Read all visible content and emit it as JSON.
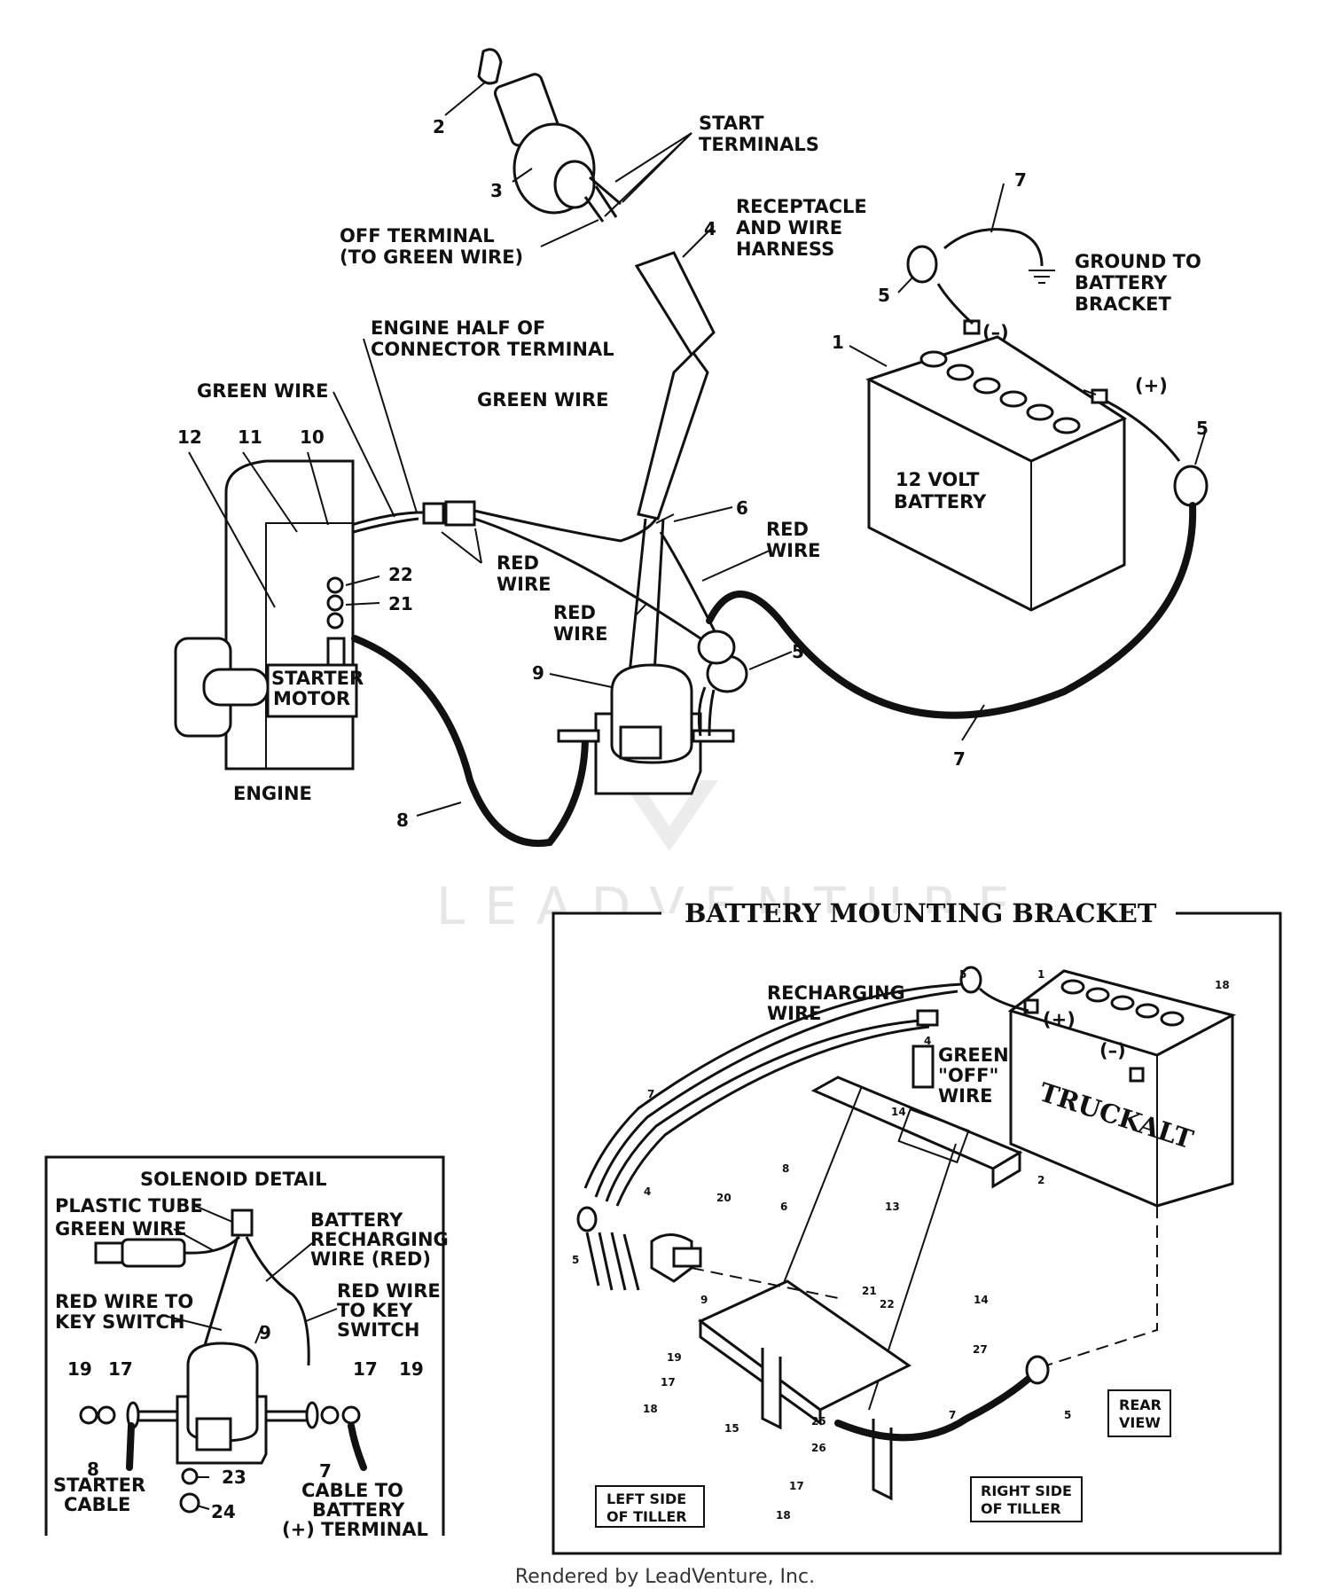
{
  "top_labels": {
    "start_terminals": [
      "START",
      "TERMINALS"
    ],
    "off_terminal": [
      "OFF  TERMINAL",
      "(TO  GREEN  WIRE)"
    ],
    "receptacle": [
      "RECEPTACLE",
      "AND  WIRE",
      "HARNESS"
    ],
    "ground": [
      "GROUND  TO",
      "BATTERY",
      "BRACKET"
    ],
    "neg": "(–)",
    "pos": "(+)",
    "battery": [
      "12  VOLT",
      "BATTERY"
    ],
    "engine_half": [
      "ENGINE  HALF  OF",
      "CONNECTOR  TERMINAL"
    ],
    "green_wire_left": "GREEN  WIRE",
    "green_wire_mid": "GREEN  WIRE",
    "red_wire_a": [
      "RED",
      "WIRE"
    ],
    "red_wire_b": [
      "RED",
      "WIRE"
    ],
    "red_wire_c": [
      "RED",
      "WIRE"
    ],
    "starter_motor": [
      "STARTER",
      "MOTOR"
    ],
    "engine": "ENGINE"
  },
  "top_callouts": {
    "n2": "2",
    "n3": "3",
    "n4": "4",
    "n7a": "7",
    "n5a": "5",
    "n1": "1",
    "n5b": "5",
    "n12": "12",
    "n11": "11",
    "n10": "10",
    "n6": "6",
    "n22": "22",
    "n21": "21",
    "n5c": "5",
    "n9": "9",
    "n7b": "7",
    "n8": "8"
  },
  "watermark": "LEADVENTURE",
  "bracket": {
    "title": "BATTERY  MOUNTING  BRACKET",
    "recharging": [
      "RECHARGING",
      "WIRE"
    ],
    "green_off": [
      "GREEN",
      "\"OFF\"",
      "WIRE"
    ],
    "neg": "(–)",
    "pos": "(+)",
    "battery_brand": "TRUCKALT",
    "left_side": [
      "LEFT  SIDE",
      "OF  TILLER"
    ],
    "right_side": [
      "RIGHT  SIDE",
      "OF  TILLER"
    ],
    "rear_view": [
      "REAR",
      "VIEW"
    ],
    "callouts": {
      "n5a": "5",
      "n1": "1",
      "n18a": "18",
      "n4a": "4",
      "n7a": "7",
      "n4b": "4",
      "n14a": "14",
      "n8": "8",
      "n20": "20",
      "n6": "6",
      "n9": "9",
      "n5b": "5",
      "n13": "13",
      "n2": "2",
      "n21": "21",
      "n22": "22",
      "n14b": "14",
      "n19": "19",
      "n17a": "17",
      "n18b": "18",
      "n27": "27",
      "n5c": "5",
      "n7b": "7",
      "n15": "15",
      "n25": "25",
      "n26": "26",
      "n17b": "17",
      "n18c": "18"
    }
  },
  "solenoid": {
    "title": "SOLENOID  DETAIL",
    "plastic_tube": "PLASTIC  TUBE",
    "green_wire": "GREEN  WIRE",
    "battery_recharging": [
      "BATTERY",
      "RECHARGING",
      "WIRE  (RED)"
    ],
    "red_to_key_left": [
      "RED  WIRE  TO",
      "KEY  SWITCH"
    ],
    "red_to_key_right": [
      "RED  WIRE",
      "TO  KEY",
      "SWITCH"
    ],
    "starter_cable": [
      "STARTER",
      "CABLE"
    ],
    "cable_to_battery": [
      "CABLE  TO",
      "BATTERY",
      "(+)  TERMINAL"
    ],
    "callouts": {
      "n9": "9",
      "n19a": "19",
      "n17a": "17",
      "n8": "8",
      "n17b": "17",
      "n19b": "19",
      "n7": "7",
      "n23": "23",
      "n24": "24"
    }
  },
  "footer": "Rendered by LeadVenture, Inc."
}
